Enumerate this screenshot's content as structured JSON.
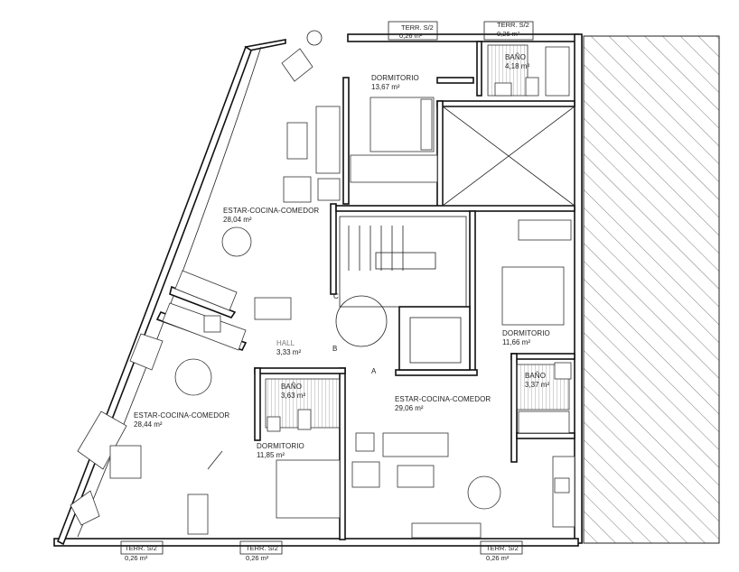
{
  "rooms": {
    "dormitorio_top": {
      "name": "DORMITORIO",
      "area": "13,67 m²"
    },
    "bano_top": {
      "name": "BAÑO",
      "area": "4,18 m²"
    },
    "estar_top_left": {
      "name": "ESTAR-COCINA-COMEDOR",
      "area": "28,04 m²"
    },
    "hall": {
      "name": "HALL",
      "area": "3,33 m²"
    },
    "dormitorio_right": {
      "name": "DORMITORIO",
      "area": "11,66 m²"
    },
    "bano_right": {
      "name": "BAÑO",
      "area": "3,37 m²"
    },
    "estar_bottom_left": {
      "name": "ESTAR-COCINA-COMEDOR",
      "area": "28,44 m²"
    },
    "bano_center": {
      "name": "BAÑO",
      "area": "3,63 m²"
    },
    "dormitorio_bottom": {
      "name": "DORMITORIO",
      "area": "11,85 m²"
    },
    "estar_bottom_right": {
      "name": "ESTAR-COCINA-COMEDOR",
      "area": "29,06 m²"
    }
  },
  "terraces": [
    {
      "label": "TERR. S/2",
      "area": "0,26 m²"
    },
    {
      "label": "TERR. S/2",
      "area": "0,26 m²"
    },
    {
      "label": "TERR. S/2",
      "area": "0,26 m²"
    },
    {
      "label": "TERR. S/2",
      "area": "0,26 m²"
    },
    {
      "label": "TERR. S/2",
      "area": "0,26 m²"
    }
  ],
  "markers": {
    "a": "A",
    "b": "B",
    "c": "C"
  }
}
